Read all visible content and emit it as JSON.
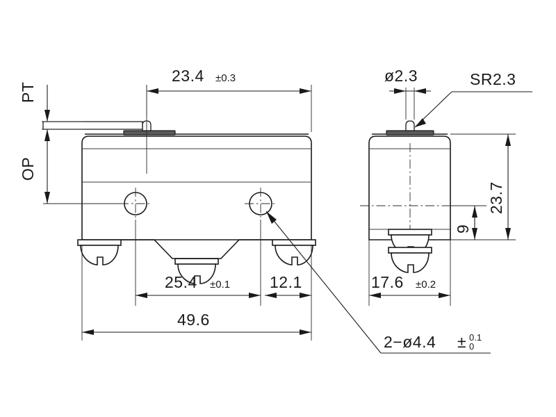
{
  "drawing": {
    "title": "Micro Switch Dimensional Drawing",
    "units": "mm",
    "background_color": "#ffffff",
    "line_color": "#1a1a1a",
    "plate_color": "#5a5a5a"
  },
  "front_view": {
    "name": "front-view",
    "dimensions": {
      "plunger_offset": {
        "value": "23.4",
        "tolerance": "±0.3"
      },
      "hole_spacing": {
        "value": "25.4",
        "tolerance": "±0.1"
      },
      "right_edge_offset": {
        "value": "12.1",
        "tolerance": ""
      },
      "overall_length": {
        "value": "49.6",
        "tolerance": ""
      }
    },
    "labels": {
      "pt": "PT",
      "op": "OP"
    },
    "hole_note": {
      "prefix": "2−ø4.4",
      "pm": "±",
      "tol_upper": "0.1",
      "tol_lower": "0"
    }
  },
  "side_view": {
    "name": "side-view",
    "dimensions": {
      "plunger_diameter": {
        "value": "ø2.3",
        "tolerance": ""
      },
      "overall_height": {
        "value": "23.7",
        "tolerance": ""
      },
      "mount_height": {
        "value": "9",
        "tolerance": ""
      },
      "overall_width": {
        "value": "17.6",
        "tolerance": "±0.2"
      }
    },
    "labels": {
      "plunger_radius": "SR2.3"
    }
  }
}
